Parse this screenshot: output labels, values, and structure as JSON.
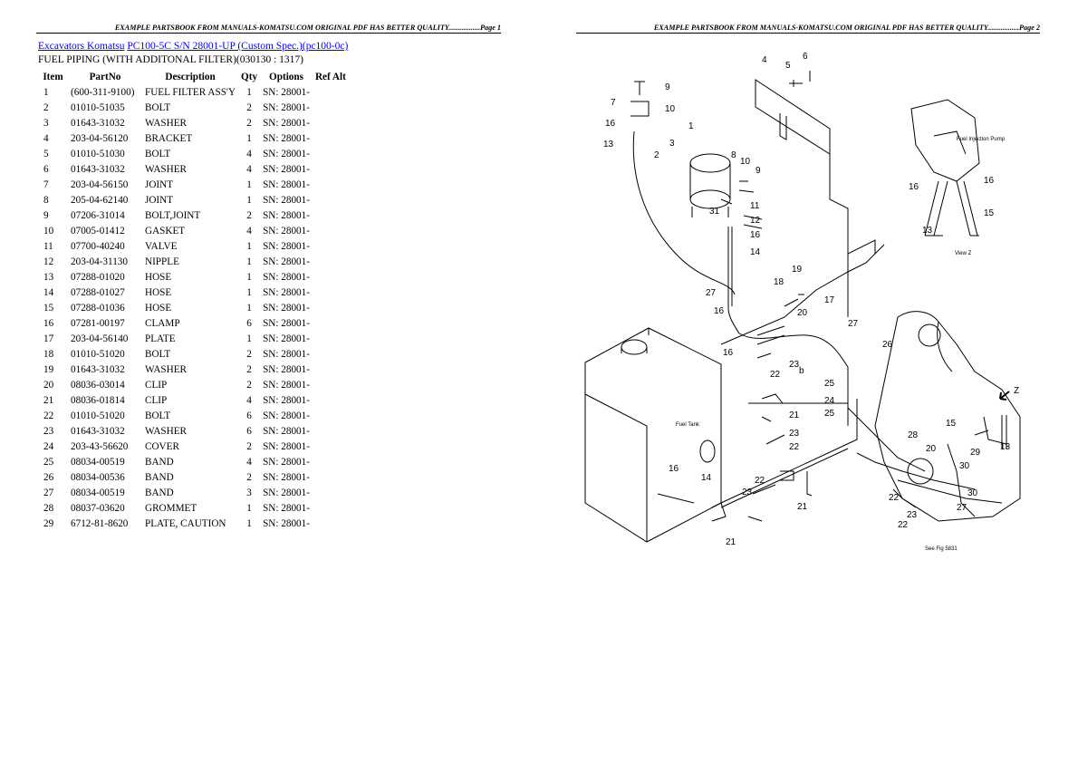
{
  "header": {
    "page1": "EXAMPLE PARTSBOOK FROM MANUALS-KOMATSU.COM ORIGINAL PDF HAS BETTER QUALITY.................Page 1",
    "page2": "EXAMPLE PARTSBOOK FROM MANUALS-KOMATSU.COM ORIGINAL PDF HAS BETTER QUALITY.................Page 2"
  },
  "breadcrumb": {
    "link1": "Excavators Komatsu",
    "link2": "PC100-5C S/N 28001-UP (Custom Spec.)(pc100-0c)"
  },
  "subtitle": "FUEL PIPING (WITH ADDITONAL FILTER)(030130 : 1317)",
  "columns": [
    "Item",
    "PartNo",
    "Description",
    "Qty",
    "Options",
    "Ref Alt"
  ],
  "rows": [
    [
      "1",
      "(600-311-9100)",
      "FUEL FILTER ASS'Y",
      "1",
      "SN: 28001-",
      ""
    ],
    [
      "2",
      "01010-51035",
      "BOLT",
      "2",
      "SN: 28001-",
      ""
    ],
    [
      "3",
      "01643-31032",
      "WASHER",
      "2",
      "SN: 28001-",
      ""
    ],
    [
      "4",
      "203-04-56120",
      "BRACKET",
      "1",
      "SN: 28001-",
      ""
    ],
    [
      "5",
      "01010-51030",
      "BOLT",
      "4",
      "SN: 28001-",
      ""
    ],
    [
      "6",
      "01643-31032",
      "WASHER",
      "4",
      "SN: 28001-",
      ""
    ],
    [
      "7",
      "203-04-56150",
      "JOINT",
      "1",
      "SN: 28001-",
      ""
    ],
    [
      "8",
      "205-04-62140",
      "JOINT",
      "1",
      "SN: 28001-",
      ""
    ],
    [
      "9",
      "07206-31014",
      "BOLT,JOINT",
      "2",
      "SN: 28001-",
      ""
    ],
    [
      "10",
      "07005-01412",
      "GASKET",
      "4",
      "SN: 28001-",
      ""
    ],
    [
      "11",
      "07700-40240",
      "VALVE",
      "1",
      "SN: 28001-",
      ""
    ],
    [
      "12",
      "203-04-31130",
      "NIPPLE",
      "1",
      "SN: 28001-",
      ""
    ],
    [
      "13",
      "07288-01020",
      "HOSE",
      "1",
      "SN: 28001-",
      ""
    ],
    [
      "14",
      "07288-01027",
      "HOSE",
      "1",
      "SN: 28001-",
      ""
    ],
    [
      "15",
      "07288-01036",
      "HOSE",
      "1",
      "SN: 28001-",
      ""
    ],
    [
      "16",
      "07281-00197",
      "CLAMP",
      "6",
      "SN: 28001-",
      ""
    ],
    [
      "17",
      "203-04-56140",
      "PLATE",
      "1",
      "SN: 28001-",
      ""
    ],
    [
      "18",
      "01010-51020",
      "BOLT",
      "2",
      "SN: 28001-",
      ""
    ],
    [
      "19",
      "01643-31032",
      "WASHER",
      "2",
      "SN: 28001-",
      ""
    ],
    [
      "20",
      "08036-03014",
      "CLIP",
      "2",
      "SN: 28001-",
      ""
    ],
    [
      "21",
      "08036-01814",
      "CLIP",
      "4",
      "SN: 28001-",
      ""
    ],
    [
      "22",
      "01010-51020",
      "BOLT",
      "6",
      "SN: 28001-",
      ""
    ],
    [
      "23",
      "01643-31032",
      "WASHER",
      "6",
      "SN: 28001-",
      ""
    ],
    [
      "24",
      "203-43-56620",
      "COVER",
      "2",
      "SN: 28001-",
      ""
    ],
    [
      "25",
      "08034-00519",
      "BAND",
      "4",
      "SN: 28001-",
      ""
    ],
    [
      "26",
      "08034-00536",
      "BAND",
      "2",
      "SN: 28001-",
      ""
    ],
    [
      "27",
      "08034-00519",
      "BAND",
      "3",
      "SN: 28001-",
      ""
    ],
    [
      "28",
      "08037-03620",
      "GROMMET",
      "1",
      "SN: 28001-",
      ""
    ],
    [
      "29",
      "6712-81-8620",
      "PLATE, CAUTION",
      "1",
      "SN: 28001-",
      ""
    ]
  ],
  "diagram": {
    "callouts": [
      "1",
      "2",
      "3",
      "4",
      "5",
      "6",
      "7",
      "8",
      "9",
      "9",
      "10",
      "10",
      "11",
      "12",
      "13",
      "13",
      "14",
      "14",
      "15",
      "15",
      "16",
      "16",
      "16",
      "16",
      "16",
      "16",
      "17",
      "18",
      "19",
      "20",
      "20",
      "21",
      "21",
      "21",
      "22",
      "22",
      "22",
      "22",
      "23",
      "23",
      "23",
      "23",
      "24",
      "25",
      "25",
      "26",
      "27",
      "27",
      "27",
      "28",
      "29",
      "30",
      "30",
      "31",
      "b",
      "Z"
    ],
    "fuel_tank_label": "Fuel Tank",
    "pump_label": "Fuel Injection Pump",
    "view_label": "View Z",
    "see_fig": "See Fig 5831"
  }
}
